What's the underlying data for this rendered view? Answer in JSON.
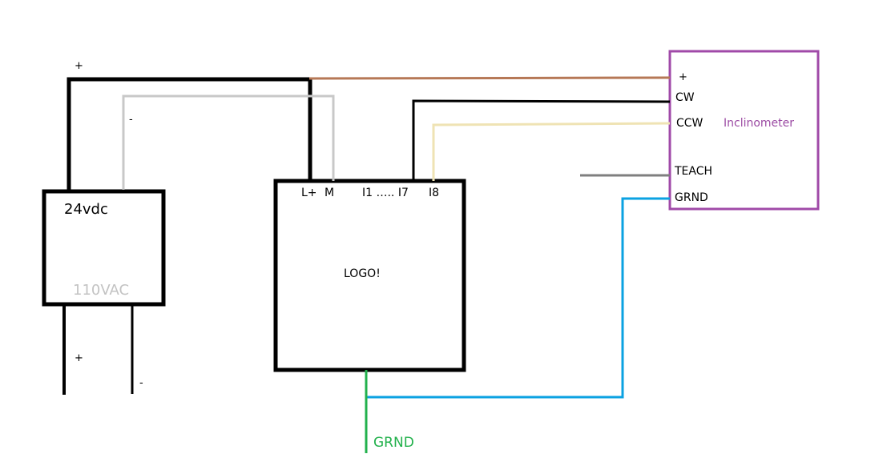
{
  "colors": {
    "box_outline": "#000000",
    "inclinometer_outline": "#a04aa8",
    "inclinometer_label": "#9b4aa3",
    "wire_plus": "#000000",
    "wire_minus": "#c8c8c8",
    "wire_brown": "#b67856",
    "wire_cw": "#000000",
    "wire_ccw": "#efe3b4",
    "wire_teach": "#7f7f7f",
    "wire_grnd_blue": "#0ba2e2",
    "wire_ground_green": "#22b14c",
    "label_110vac": "#c3c3c3",
    "label_grnd_green": "#22b14c"
  },
  "power_supply": {
    "output_label": "24vdc",
    "input_label": "110VAC",
    "top_plus": "+",
    "top_minus": "-",
    "bottom_plus": "+",
    "bottom_minus": "-"
  },
  "logo": {
    "title": "LOGO!",
    "terminal_lplus": "L+",
    "terminal_m": "M",
    "terminal_range": "I1 ….. I7",
    "terminal_i8": "I8"
  },
  "inclinometer": {
    "title": "Inclinometer",
    "pins": {
      "plus": "+",
      "cw": "CW",
      "ccw": "CCW",
      "teach": "TEACH",
      "grnd": "GRND"
    }
  },
  "ground": {
    "label": "GRND"
  }
}
